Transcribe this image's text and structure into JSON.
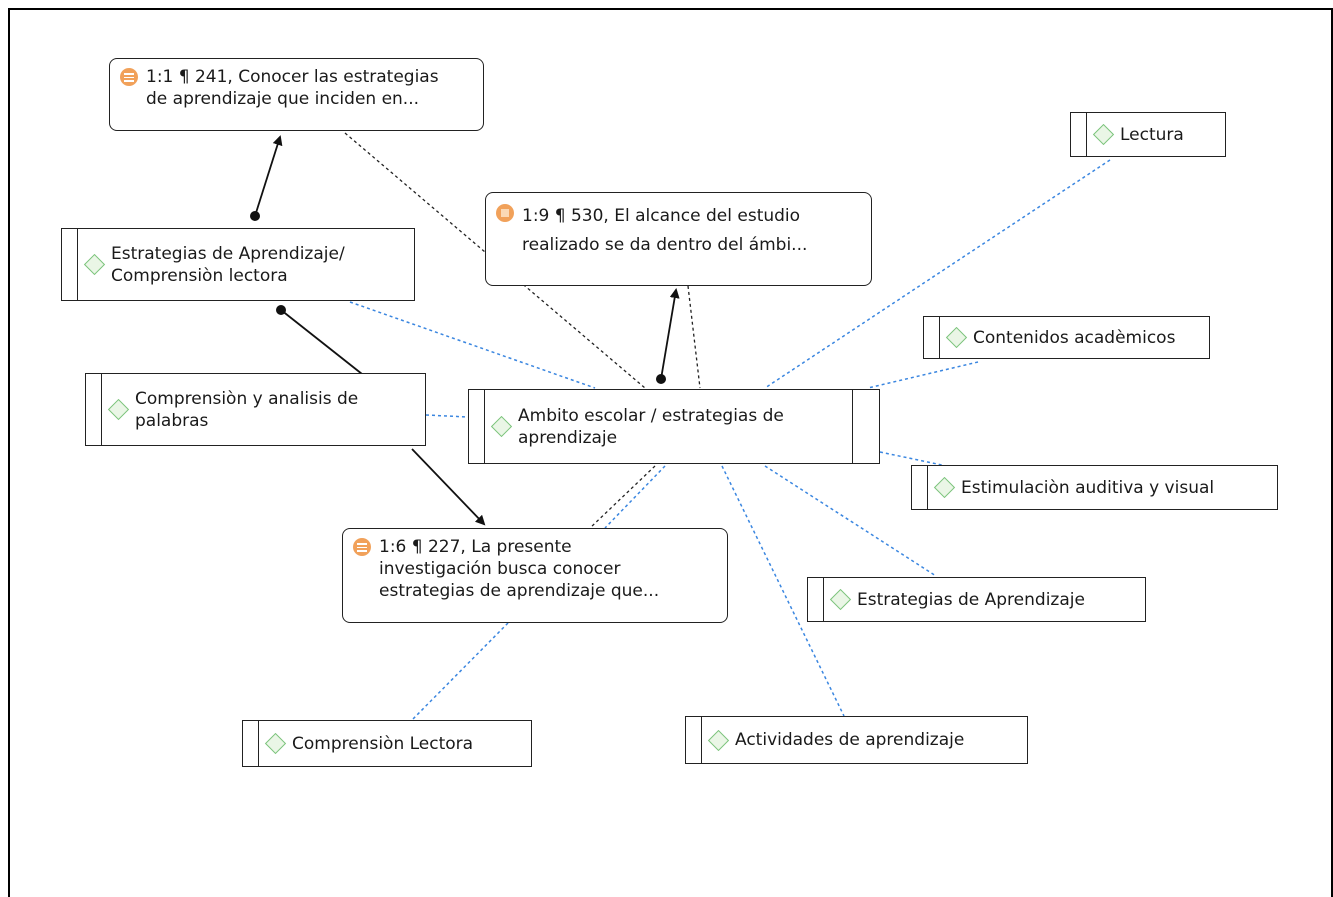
{
  "quotations": {
    "q1": {
      "label": "1:1 ¶ 241, Conocer las estrategias\nde aprendizaje que inciden en...",
      "icon": "quotation-text-icon"
    },
    "q9": {
      "label": "1:9 ¶ 530, El alcance del estudio\nrealizado se da dentro del ámbi...",
      "icon": "quotation-doc-icon"
    },
    "q6": {
      "label": "1:6 ¶ 227, La presente\ninvestigación busca conocer\nestrategias de aprendizaje que...",
      "icon": "quotation-text-icon"
    }
  },
  "codes": {
    "lectura": "Lectura",
    "estrategias_comp": "Estrategias de Aprendizaje/\nComprensiòn lectora",
    "contenidos": "Contenidos acadèmicos",
    "comprension_analisis": "Comprensiòn y analisis de\npalabras",
    "ambito": "Ambito escolar / estrategias de\naprendizaje",
    "estimulacion": "Estimulaciòn auditiva y visual",
    "estrategias": "Estrategias de Aprendizaje",
    "comprension_lectora": "Comprensiòn Lectora",
    "actividades": "Actividades de aprendizaje"
  },
  "colors": {
    "code_icon": "#7bc47b",
    "quote_icon": "#f1a15a",
    "link_blue": "#3a86e0",
    "link_black": "#222222"
  }
}
